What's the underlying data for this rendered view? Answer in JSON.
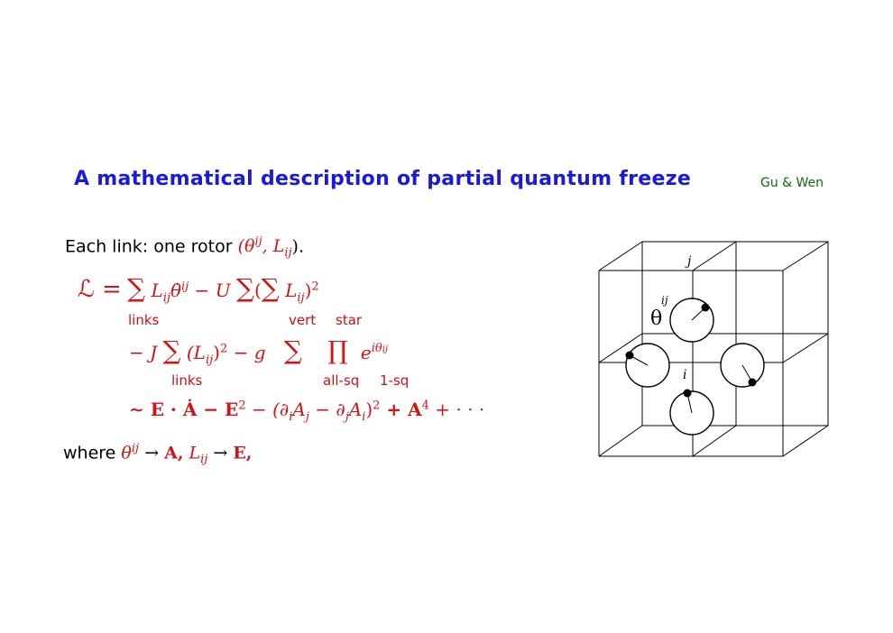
{
  "slide": {
    "title": "A mathematical description of partial quantum freeze",
    "credit": "Gu & Wen"
  },
  "body": {
    "line1_text": "Each link:  one rotor",
    "line1_math": "(θ",
    "line1_sup": "ij",
    "line1_mid": ", L",
    "line1_sub": "ij",
    "line1_end": ").",
    "lagr": {
      "L_sym": "ℒ =",
      "sum": "∑",
      "term1": "L",
      "term1_sub": "ij",
      "term1_theta": "θ̇",
      "term1_sup": "ij",
      "minus_U": "− U",
      "paren_open": "(",
      "term2": "L",
      "term2_sub": "ij",
      "term2_close": ")",
      "term2_sup": "2",
      "under_links": "links",
      "under_vert": "vert",
      "under_star": "star"
    },
    "line2": {
      "minus_J": "− J",
      "term": "(L",
      "term_sub": "ij",
      "term_close": ")",
      "term_sup": "2",
      "minus_g": "− g",
      "prod": "∏",
      "exp": "e",
      "exp_sup": "iθ",
      "exp_sup2": "ij",
      "under_links": "links",
      "under_allsq": "all-sq",
      "under_1sq": "1-sq"
    },
    "line3": {
      "text": "∼ E · Ȧ − E",
      "sup1": "2",
      "mid": " − (∂",
      "s_i": "i",
      "A": "A",
      "s_j": "j",
      "minus": " − ∂",
      "s_j2": "j",
      "A2": "A",
      "s_i2": "i",
      "close": ")",
      "sup2": "2",
      "plus": " + A",
      "sup4": "4",
      "dots": " + · · ·"
    },
    "where": {
      "text": "where",
      "theta": "θ",
      "theta_sup": "ij",
      "arrow1": "→",
      "A": "A,",
      "L": "L",
      "L_sub": "ij",
      "arrow2": "→",
      "E": "E,"
    }
  },
  "diagram": {
    "label_j": "j",
    "label_i": "i",
    "label_theta": "θ",
    "label_theta_sup": "ij"
  }
}
